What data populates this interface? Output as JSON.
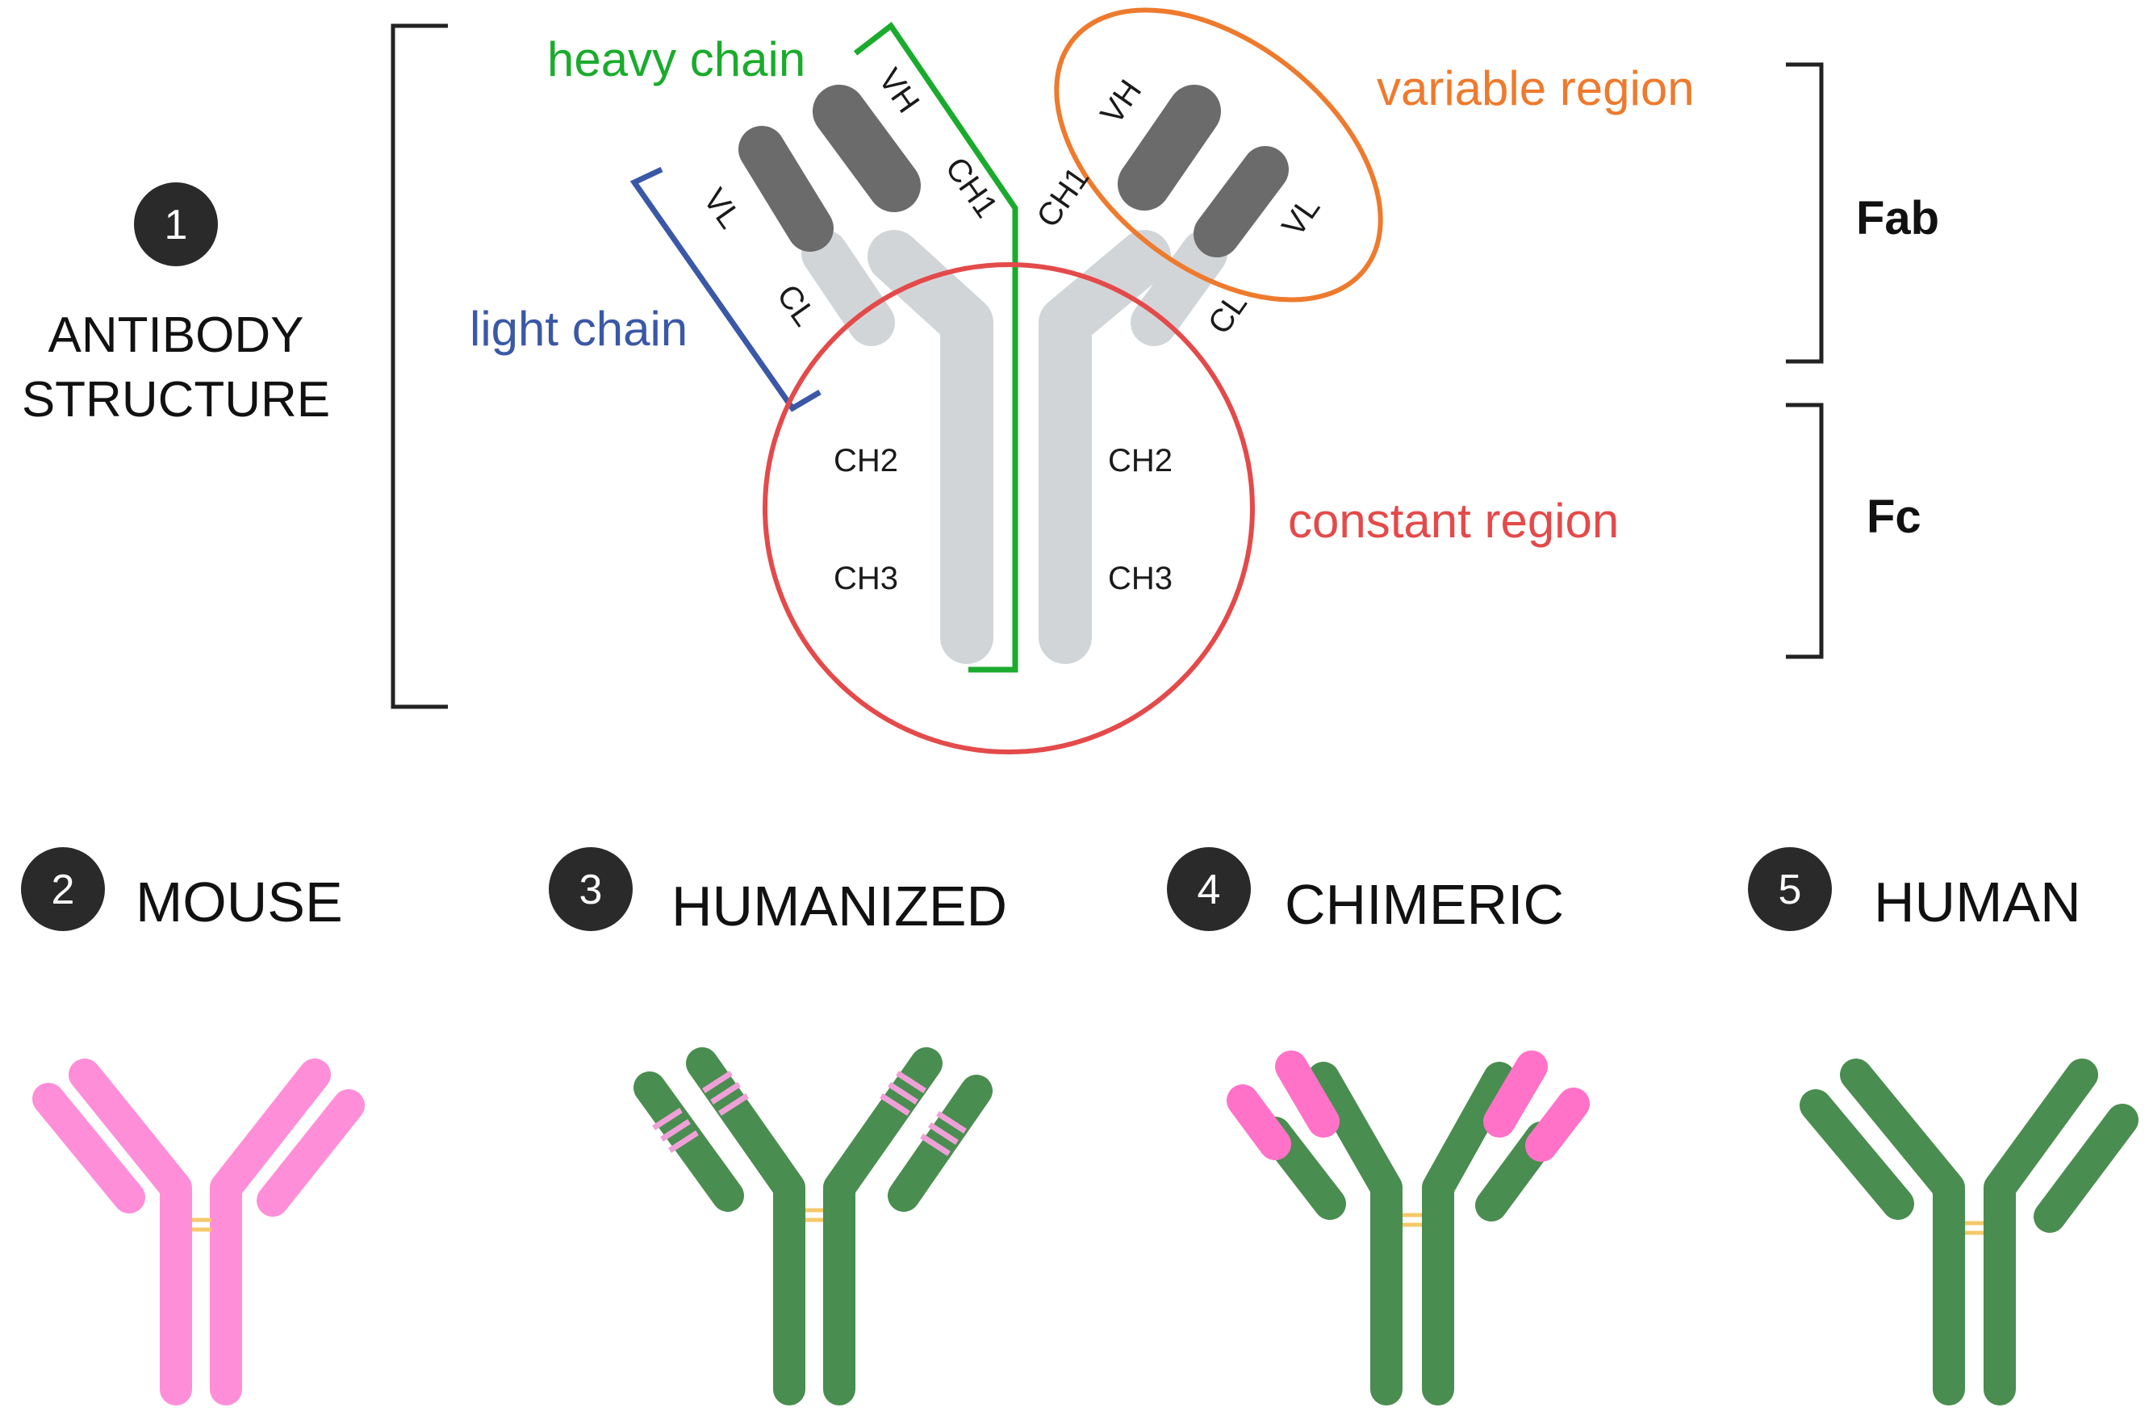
{
  "structure": {
    "number": "1",
    "title_line1": "ANTIBODY",
    "title_line2": "STRUCTURE",
    "labels": {
      "heavy_chain": "heavy chain",
      "light_chain": "light chain",
      "variable_region": "variable region",
      "constant_region": "constant region",
      "fab": "Fab",
      "fc": "Fc"
    },
    "domains": {
      "vh": "VH",
      "vl": "VL",
      "ch1": "CH1",
      "cl": "CL",
      "ch2": "CH2",
      "ch3": "CH3"
    }
  },
  "types": [
    {
      "number": "2",
      "name": "MOUSE"
    },
    {
      "number": "3",
      "name": "HUMANIZED"
    },
    {
      "number": "4",
      "name": "CHIMERIC"
    },
    {
      "number": "5",
      "name": "HUMAN"
    }
  ],
  "colors": {
    "heavy_chain": "#1aab2c",
    "light_chain": "#3a58a6",
    "variable_region": "#ee7a2d",
    "constant_region": "#e44a4a",
    "antibody_constant": "#d2d5d8",
    "antibody_variable": "#6b6b6b",
    "mouse": "#ff8ed9",
    "human": "#4a8d50",
    "mouse_variable": "#ff72c8",
    "humanized_stripe": "#f0a0d8",
    "disulfide": "#f5c86a",
    "badge": "#2a2a2a"
  }
}
